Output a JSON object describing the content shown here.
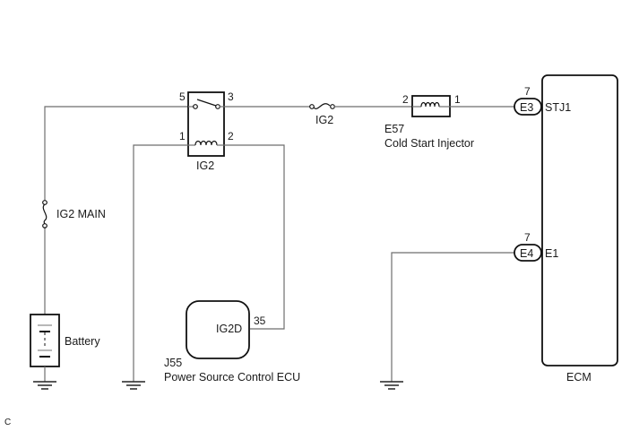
{
  "diagram": {
    "footer_label": "C",
    "battery": {
      "label": "Battery"
    },
    "fuse_main": {
      "label": "IG2 MAIN"
    },
    "relay": {
      "label": "IG2",
      "pins": {
        "switch_in": "5",
        "switch_out": "3",
        "coil_in": "1",
        "coil_out": "2"
      }
    },
    "fuse_ig2": {
      "label": "IG2"
    },
    "injector": {
      "code": "E57",
      "name": "Cold Start Injector",
      "pins": {
        "in": "2",
        "out": "1"
      }
    },
    "power_ecu": {
      "code": "J55",
      "name": "Power Source Control ECU",
      "terminal": "IG2D",
      "pin": "35"
    },
    "ecm": {
      "label": "ECM",
      "connectors": [
        {
          "connector": "E3",
          "pin": "7",
          "terminal": "STJ1"
        },
        {
          "connector": "E4",
          "pin": "7",
          "terminal": "E1"
        }
      ]
    }
  }
}
